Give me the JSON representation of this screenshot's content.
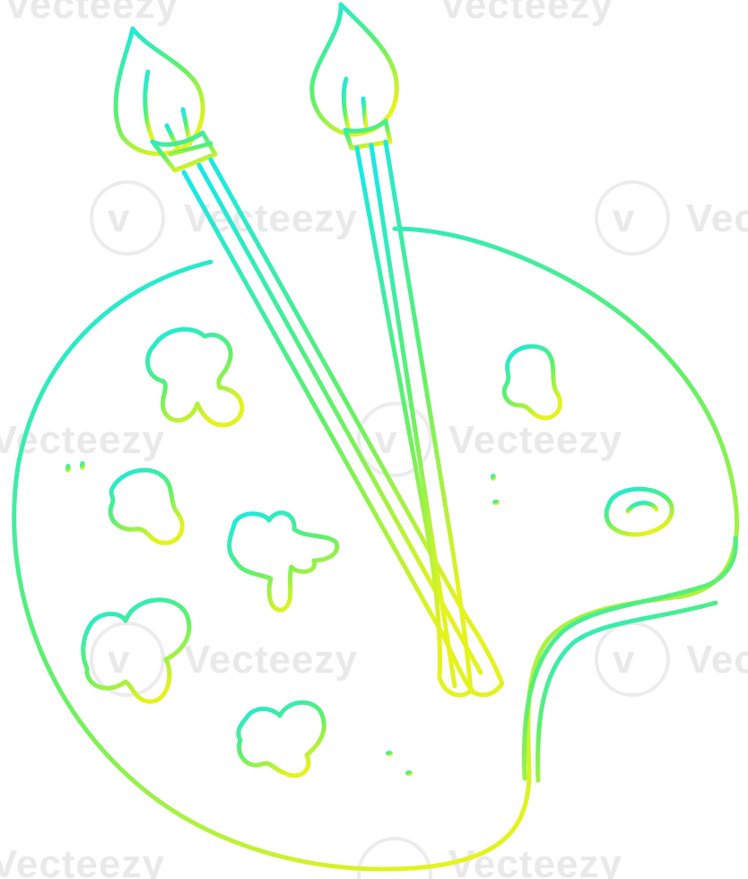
{
  "image": {
    "subject": "cartoon paint palette with two brushes",
    "style": "line art with cyan-to-yellow gradient stroke"
  },
  "colors": {
    "background": "#ffffff",
    "stroke_top": "#14e8f0",
    "stroke_mid": "#5ef06a",
    "stroke_bottom": "#e4f21e",
    "watermark": "#e9e9e9"
  },
  "watermark": {
    "text": "Vecteezy",
    "logo_glyph": "v"
  }
}
